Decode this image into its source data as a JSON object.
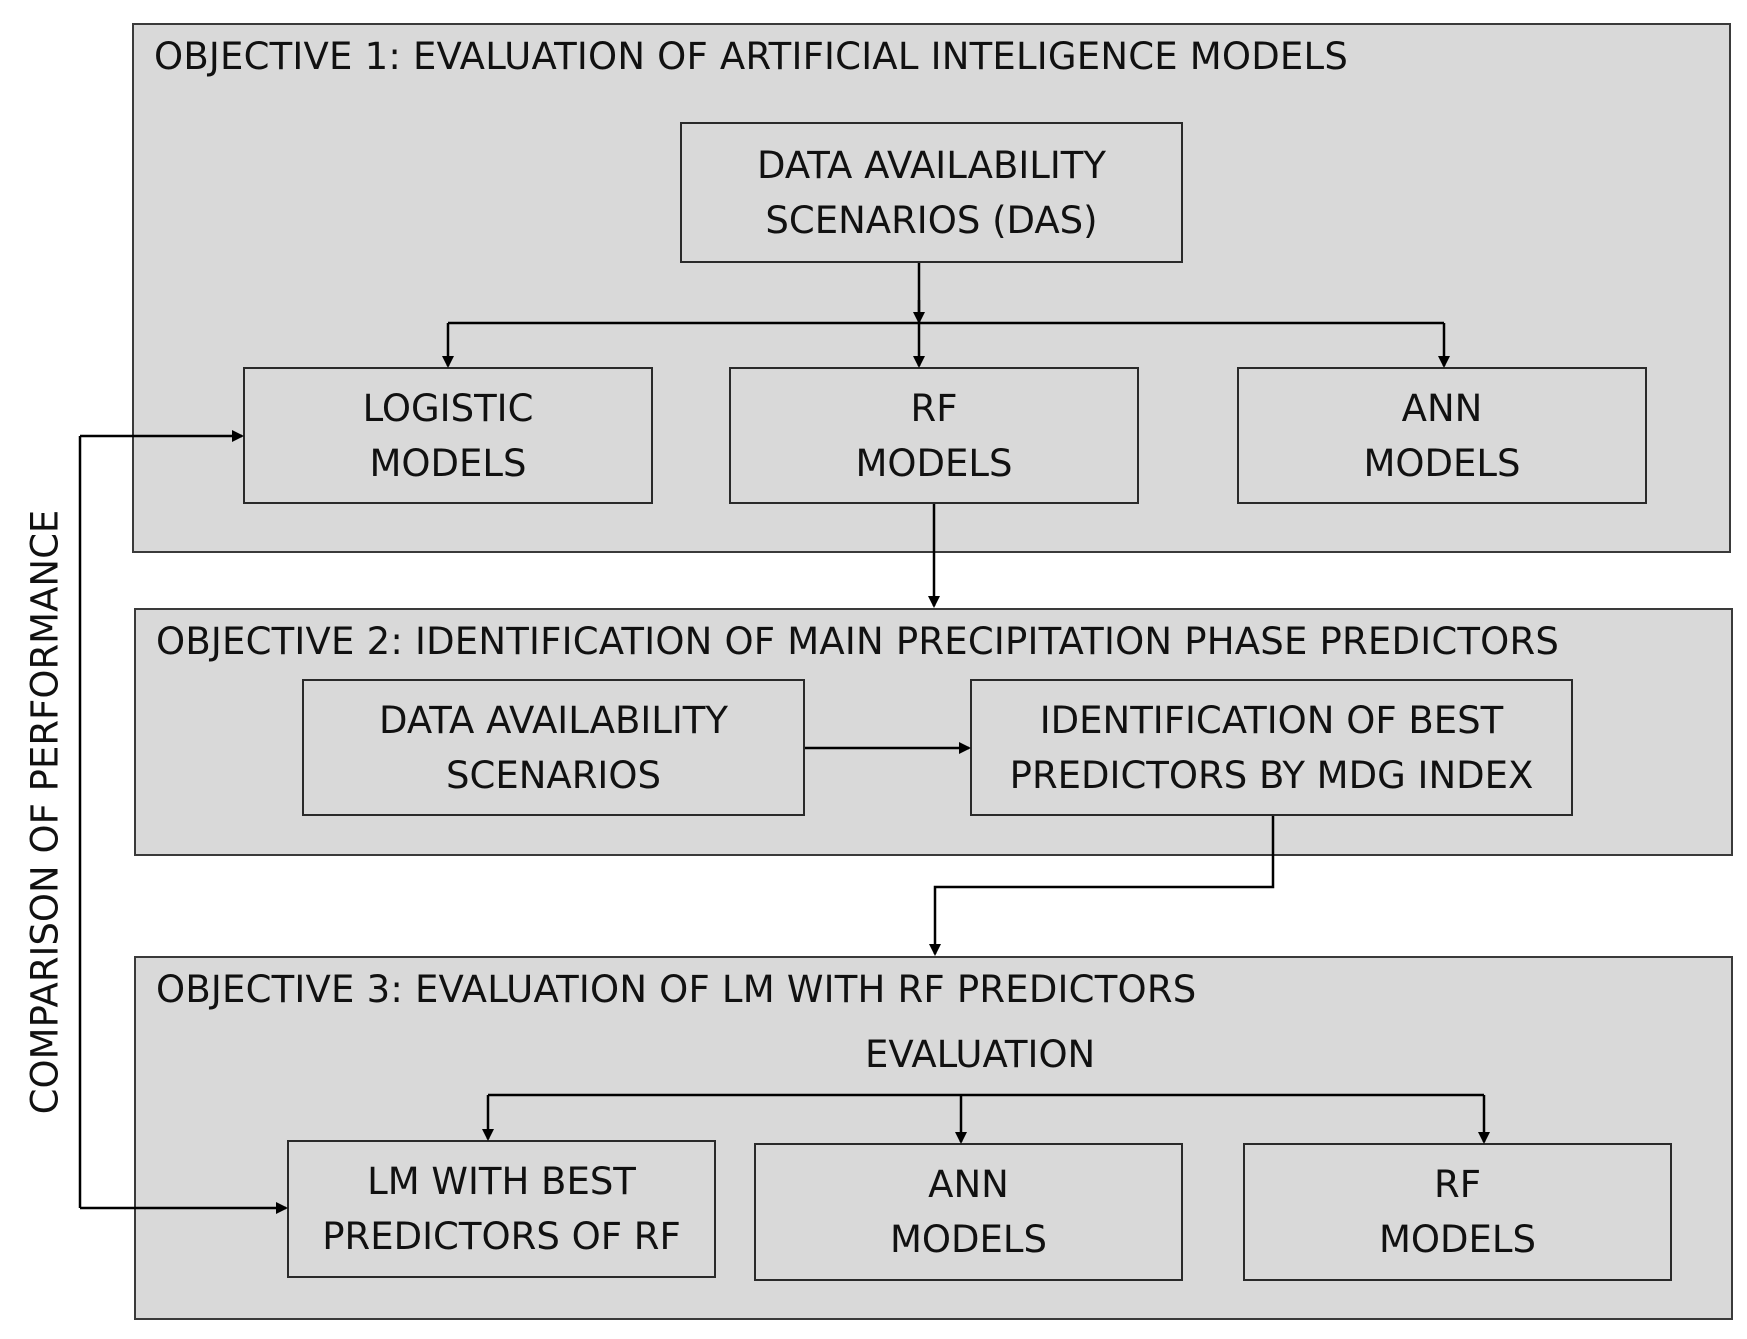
{
  "objective1": {
    "title": "OBJECTIVE 1: EVALUATION OF ARTIFICIAL INTELIGENCE MODELS",
    "das": [
      "DATA AVAILABILITY",
      "SCENARIOS (DAS)"
    ],
    "logistic": [
      "LOGISTIC",
      "MODELS"
    ],
    "rf": [
      "RF",
      "MODELS"
    ],
    "ann": [
      "ANN",
      "MODELS"
    ]
  },
  "objective2": {
    "title": "OBJECTIVE 2: IDENTIFICATION OF MAIN PRECIPITATION PHASE PREDICTORS",
    "das": [
      "DATA AVAILABILITY",
      "SCENARIOS"
    ],
    "best": [
      "IDENTIFICATION OF BEST",
      "PREDICTORS BY MDG INDEX"
    ]
  },
  "objective3": {
    "title": "OBJECTIVE 3: EVALUATION OF LM WITH RF PREDICTORS",
    "evaluation": "EVALUATION",
    "lm": [
      "LM WITH BEST",
      "PREDICTORS OF RF"
    ],
    "ann": [
      "ANN",
      "MODELS"
    ],
    "rf": [
      "RF",
      "MODELS"
    ]
  },
  "side_label": "COMPARISON OF PERFORMANCE",
  "colors": {
    "panel_fill": "#d9d9d9",
    "border": "#2a2a2a",
    "line": "#000000"
  }
}
